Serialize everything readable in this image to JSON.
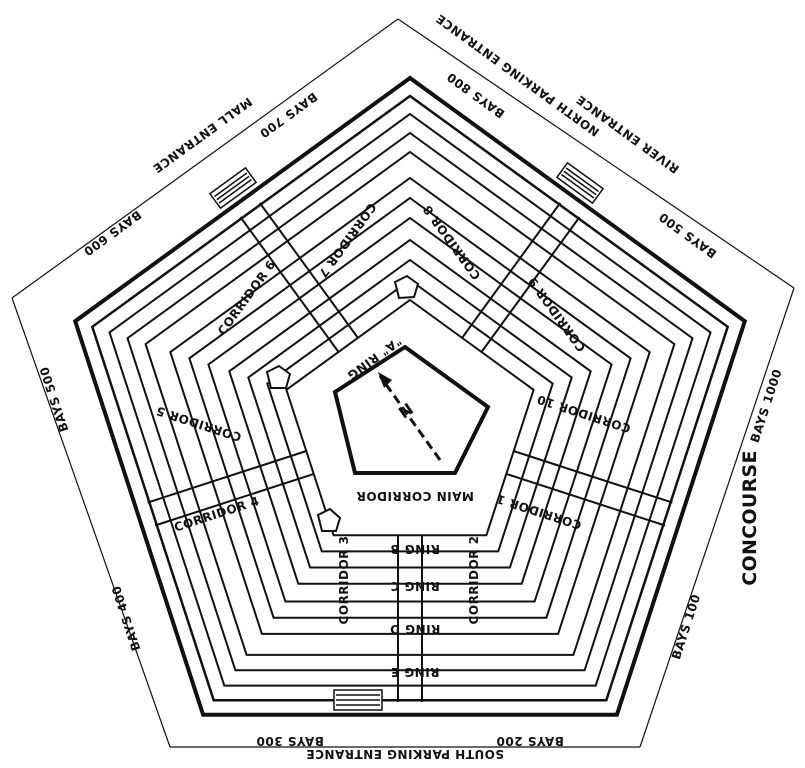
{
  "entrances": {
    "mall": "MALL ENTRANCE",
    "north_parking": "NORTH PARKING ENTRANCE",
    "river": "RIVER ENTRANCE",
    "south_parking": "SOUTH PARKING ENTRANCE",
    "concourse": "CONCOURSE"
  },
  "bays": {
    "b100": "BAYS 100",
    "b200": "BAYS 200",
    "b300": "BAYS 300",
    "b400": "BAYS 400",
    "b500": "BAYS 500",
    "b500_right": "BAYS 500",
    "b600": "BAYS 600",
    "b700": "BAYS 700",
    "b800": "BAYS 800",
    "b1000": "BAYS 1000"
  },
  "rings": {
    "a": "\"A\" RING",
    "b": "RING B",
    "c": "RING C",
    "d": "RING D",
    "e": "RING E"
  },
  "corridors": {
    "c1": "CORRIDOR 1",
    "c2": "CORRIDOR 2",
    "c3": "CORRIDOR 3",
    "c4": "CORRIDOR 4",
    "c5": "CORRIDOR 5",
    "c6": "CORRIDOR 6",
    "c7": "CORRIDOR 7",
    "c8": "CORRIDOR 8",
    "c9": "CORRIDOR 9",
    "c10": "CORRIDOR 10",
    "main": "MAIN CORRIDOR"
  },
  "compass": {
    "north": "N"
  }
}
